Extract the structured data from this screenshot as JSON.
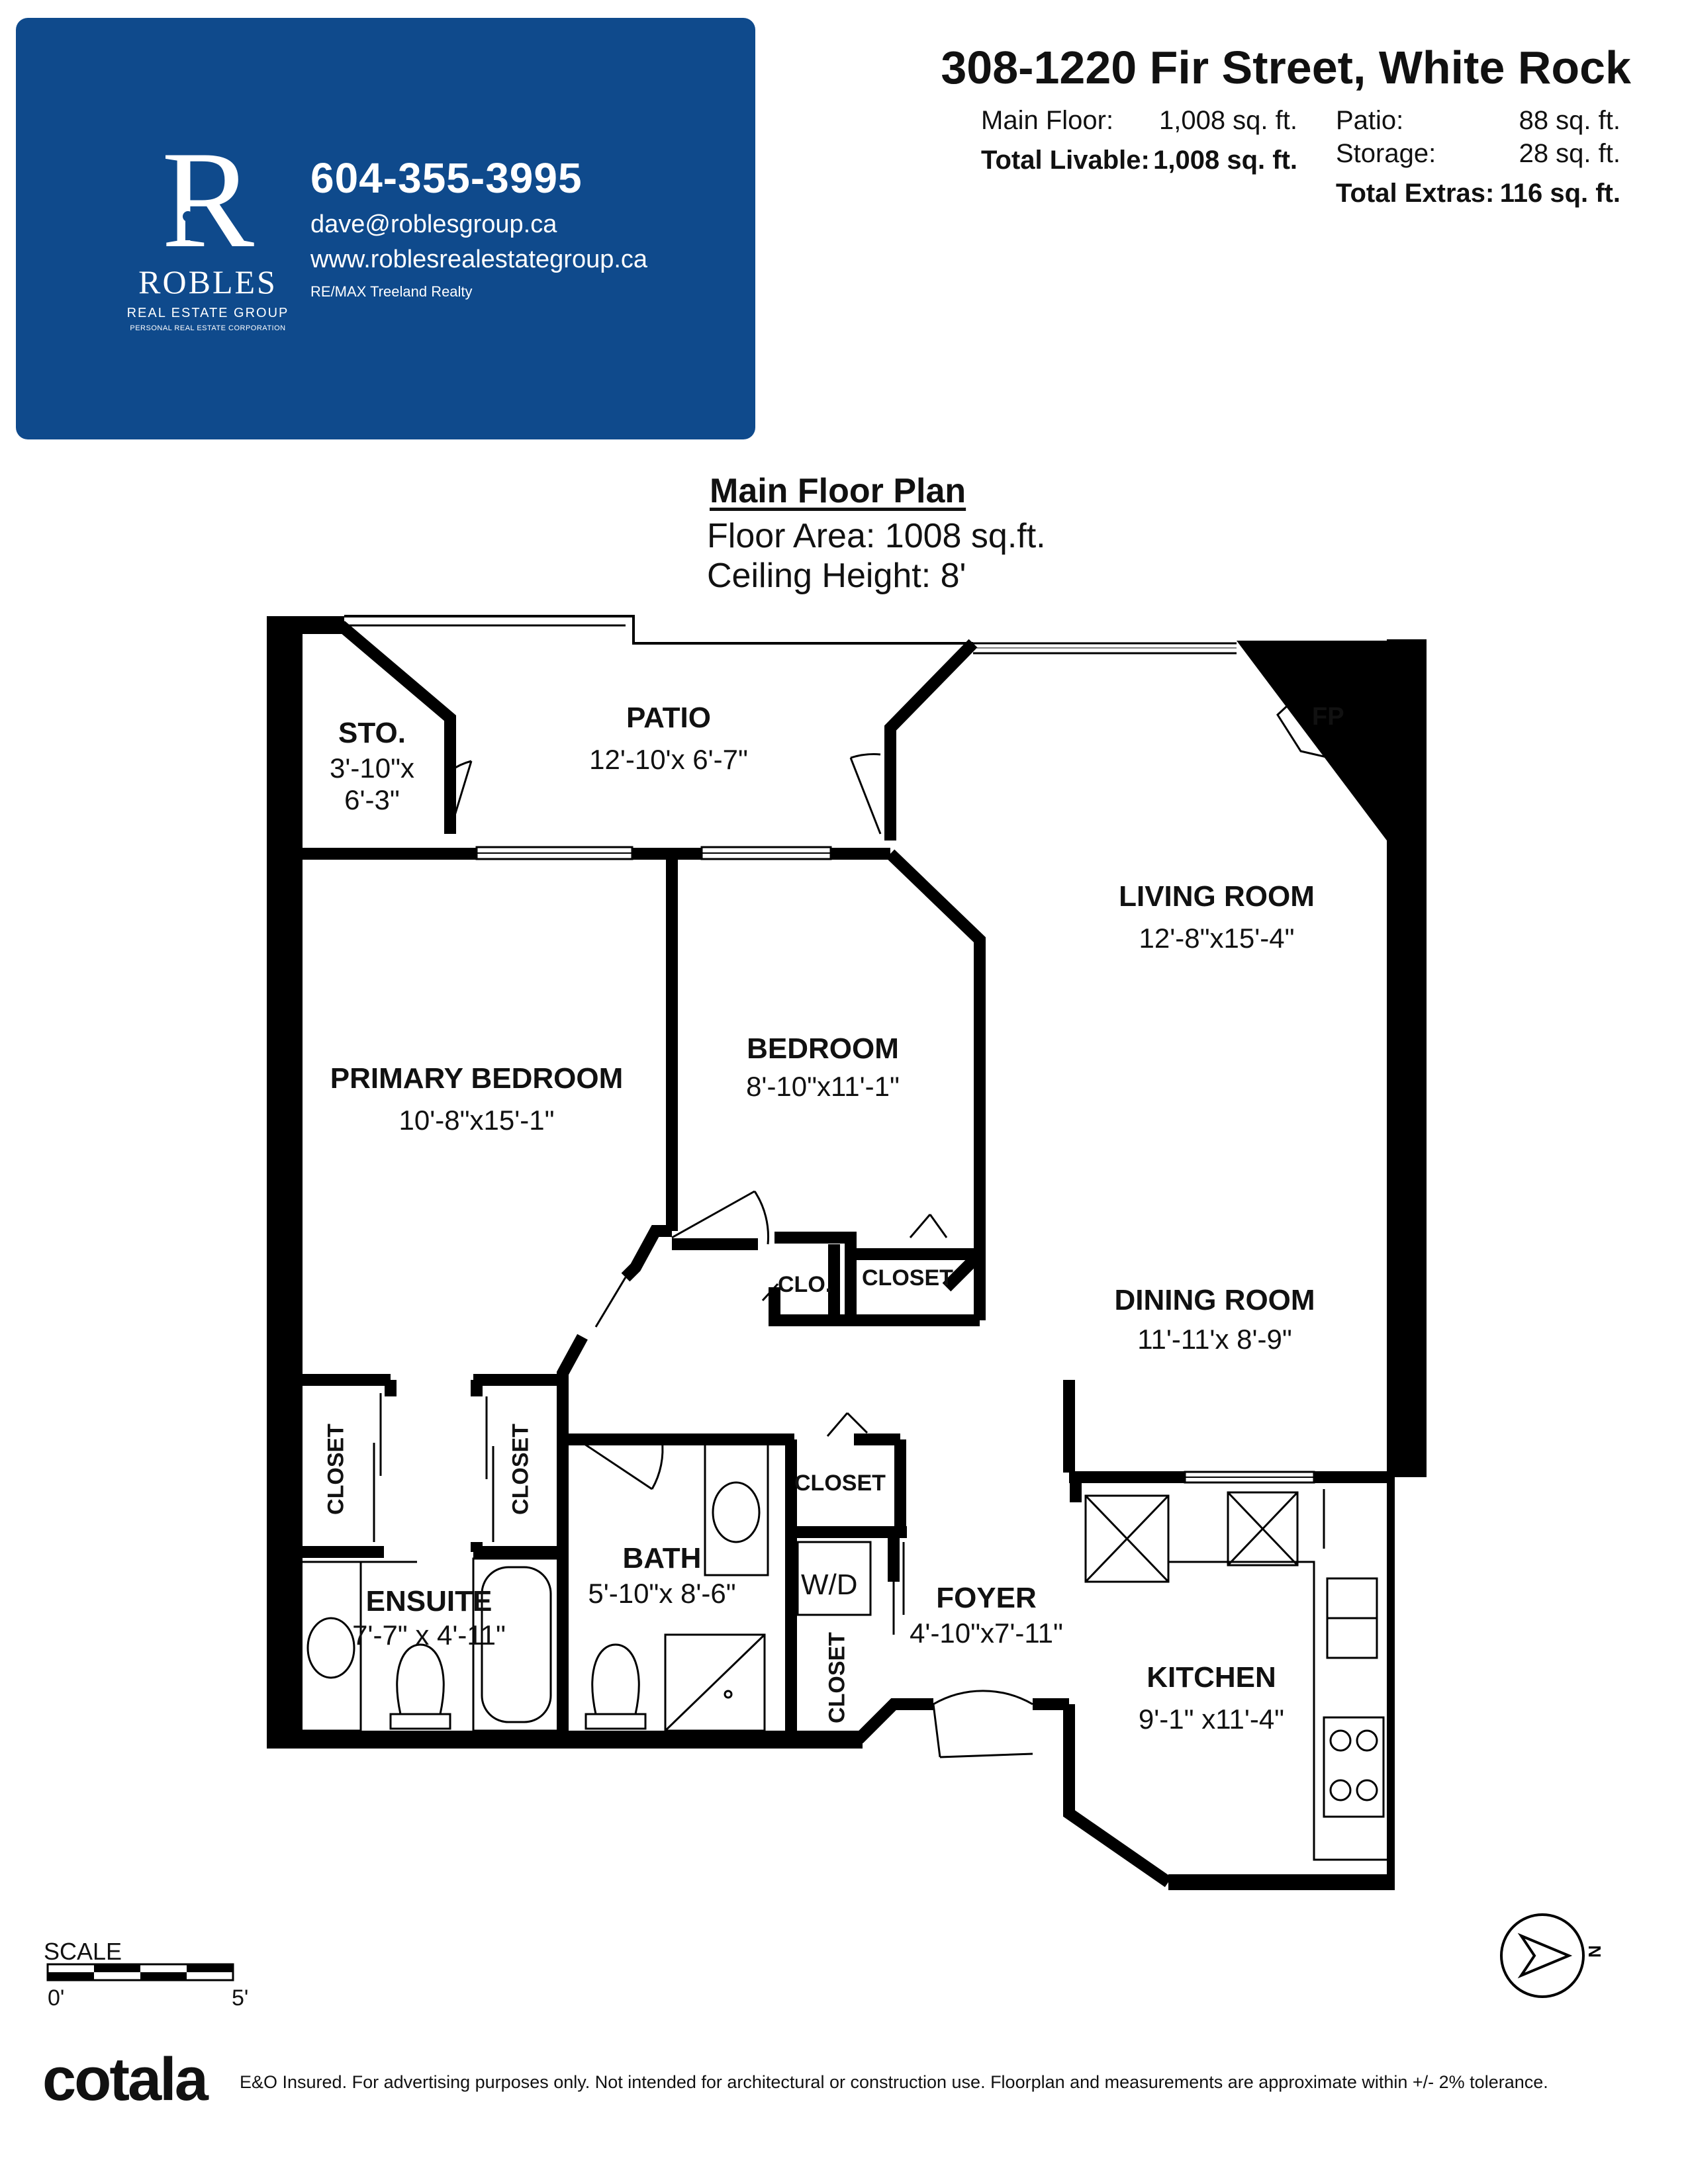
{
  "brand": {
    "logo_letter": "R",
    "name": "ROBLES",
    "subtitle": "REAL ESTATE GROUP",
    "subtitle2": "PERSONAL REAL ESTATE CORPORATION",
    "phone": "604-355-3995",
    "email": "dave@roblesgroup.ca",
    "website": "www.roblesrealestategroup.ca",
    "office": "RE/MAX Treeland Realty",
    "color": "#0f4a8c"
  },
  "header": {
    "address": "308-1220 Fir Street, White Rock",
    "main_floor_label": "Main Floor:",
    "main_floor_value": "1,008 sq. ft.",
    "total_livable_label": "Total Livable:",
    "total_livable_value": "1,008 sq. ft.",
    "patio_label": "Patio:",
    "patio_value": "88 sq. ft.",
    "storage_label": "Storage:",
    "storage_value": "28 sq. ft.",
    "total_extras_label": "Total Extras:",
    "total_extras_value": "116 sq. ft."
  },
  "plan": {
    "title": "Main Floor Plan",
    "floor_area": "Floor Area: 1008 sq.ft.",
    "ceiling_height": "Ceiling Height: 8'"
  },
  "rooms": {
    "sto": {
      "name": "STO.",
      "dim1": "3'-10\"x",
      "dim2": "6'-3\""
    },
    "patio": {
      "name": "PATIO",
      "dim": "12'-10'x 6'-7\""
    },
    "fp": "FP",
    "living": {
      "name": "LIVING ROOM",
      "dim": "12'-8\"x15'-4\""
    },
    "primary": {
      "name": "PRIMARY BEDROOM",
      "dim": "10'-8\"x15'-1\""
    },
    "bedroom": {
      "name": "BEDROOM",
      "dim": "8'-10\"x11'-1\""
    },
    "clo": "CLO.",
    "closet_bed": "CLOSET",
    "dining": {
      "name": "DINING ROOM",
      "dim": "11'-11'x 8'-9\""
    },
    "closet_left": "CLOSET",
    "closet_mid": "CLOSET",
    "closet_bath": "CLOSET",
    "closet_foyer": "CLOSET",
    "wd": "W/D",
    "ensuite": {
      "name": "ENSUITE",
      "dim": "7'-7\" x 4'-11\""
    },
    "bath": {
      "name": "BATH",
      "dim": "5'-10\"x 8'-6\""
    },
    "foyer": {
      "name": "FOYER",
      "dim": "4'-10\"x7'-11\""
    },
    "kitchen": {
      "name": "KITCHEN",
      "dim": "9'-1\" x11'-4\""
    }
  },
  "compass": {
    "label": "N"
  },
  "footer": {
    "scale_title": "SCALE",
    "scale_start": "0'",
    "scale_end": "5'",
    "brand": "cotala",
    "disclaimer": "E&O Insured. For advertising purposes only. Not intended for architectural or construction use. Floorplan and measurements are approximate within +/- 2% tolerance."
  }
}
